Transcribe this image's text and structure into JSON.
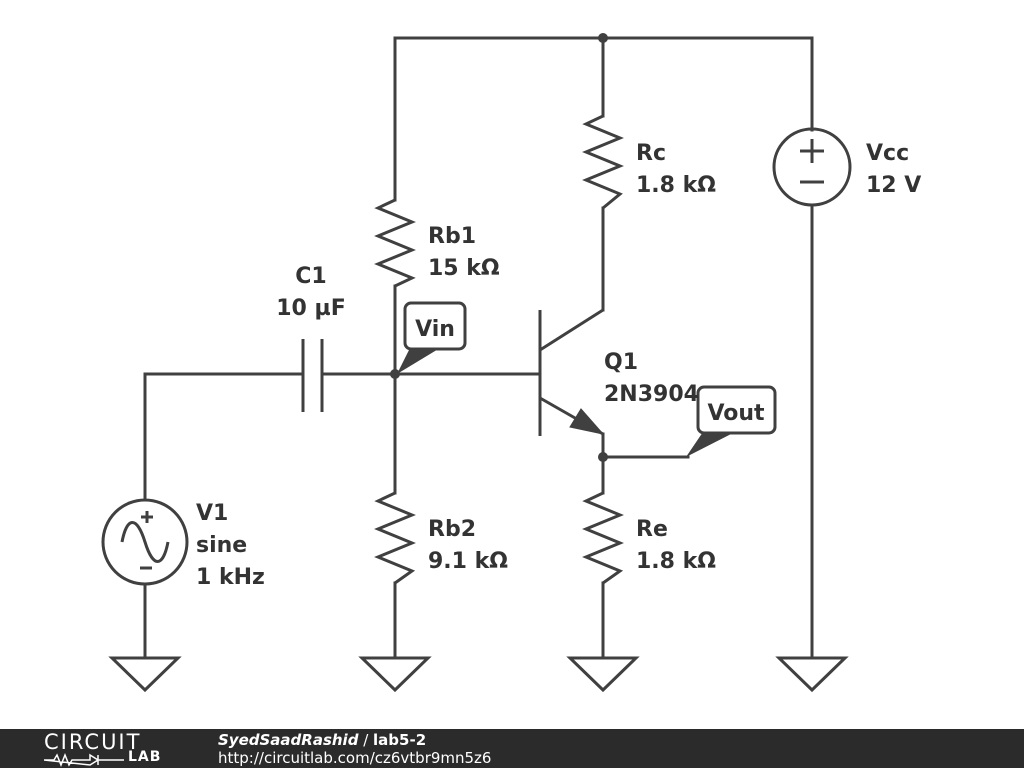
{
  "components": {
    "rc": {
      "name": "Rc",
      "value": "1.8 kΩ"
    },
    "vcc": {
      "name": "Vcc",
      "value": "12 V"
    },
    "rb1": {
      "name": "Rb1",
      "value": "15 kΩ"
    },
    "c1": {
      "name": "C1",
      "value": "10 µF"
    },
    "q1": {
      "name": "Q1",
      "value": "2N3904"
    },
    "rb2": {
      "name": "Rb2",
      "value": "9.1 kΩ"
    },
    "re": {
      "name": "Re",
      "value": "1.8 kΩ"
    },
    "v1": {
      "name": "V1",
      "type": "sine",
      "freq": "1 kHz"
    }
  },
  "probes": {
    "vin": "Vin",
    "vout": "Vout"
  },
  "footer": {
    "logo_top": "CIRCUIT",
    "logo_bottom": "LAB",
    "user": "SyedSaadRashid",
    "separator": " / ",
    "project": "lab5-2",
    "url": "http://circuitlab.com/cz6vtbr9mn5z6"
  },
  "colors": {
    "wire": "#404040",
    "text": "#333333",
    "footer_bg": "#2b2b2b"
  }
}
